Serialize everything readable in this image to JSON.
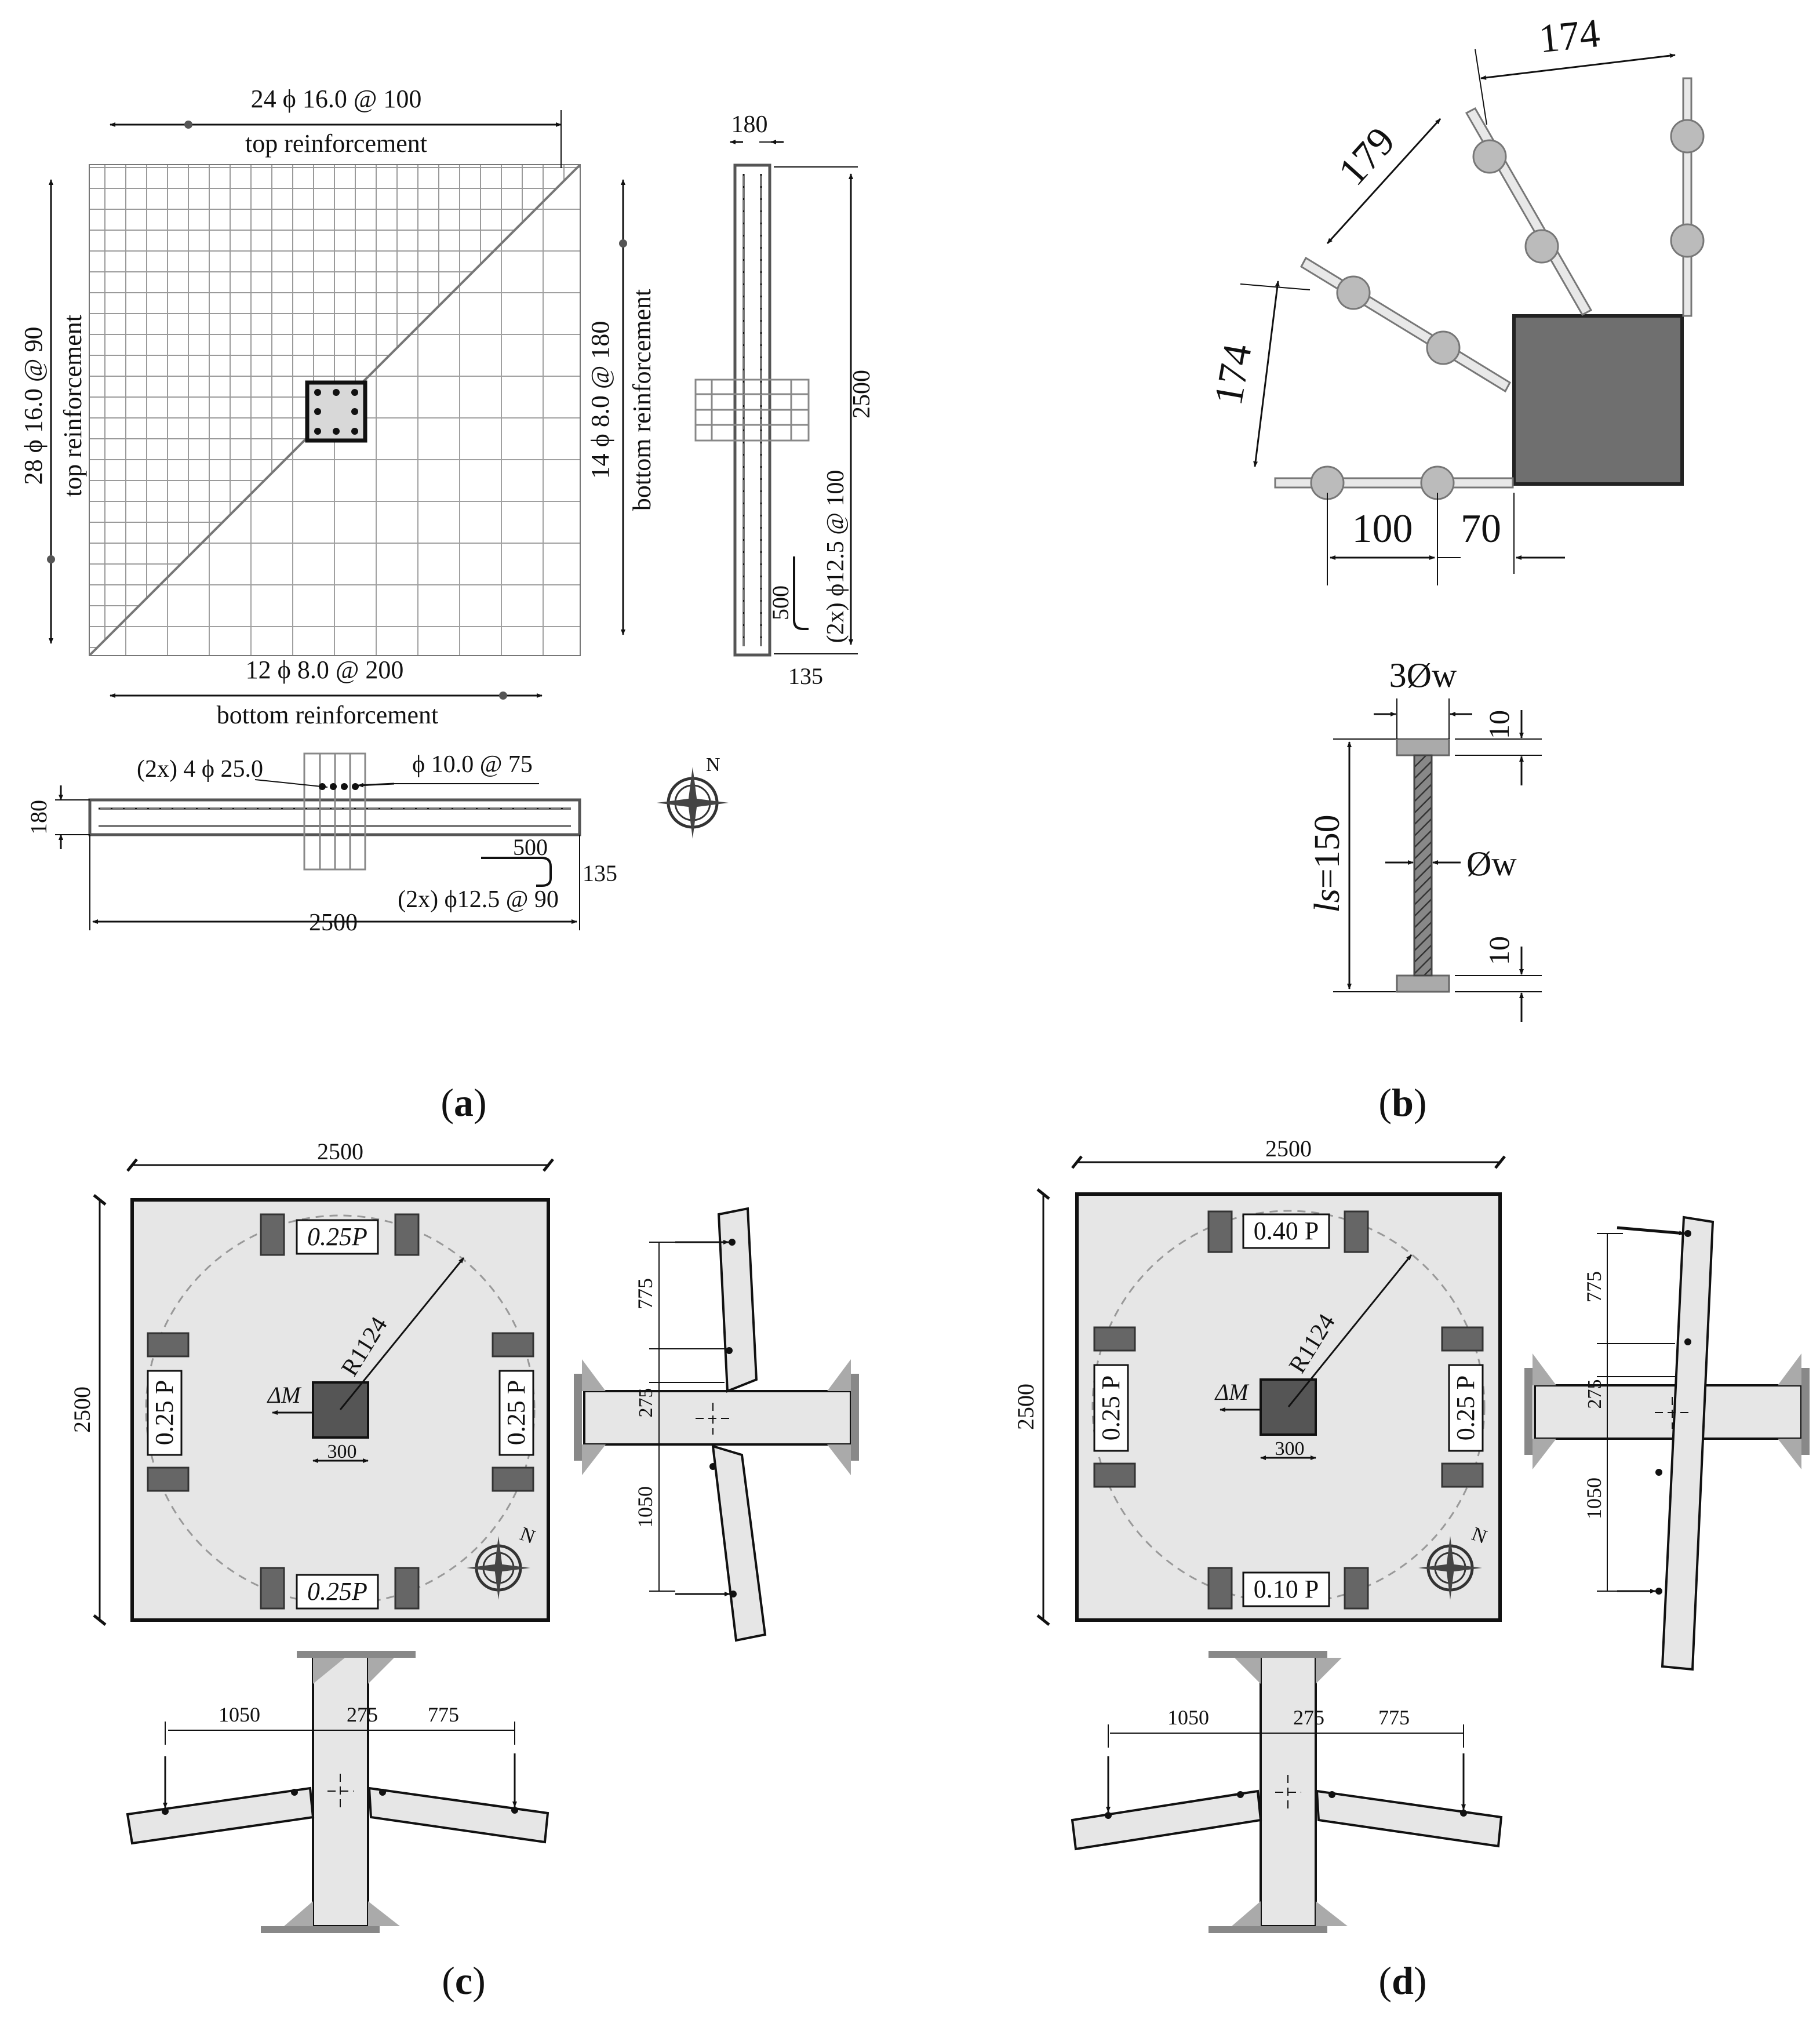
{
  "panels": {
    "a": {
      "label_open": "(",
      "label_letter": "a",
      "label_close": ")",
      "top_bar": "24 ϕ 16.0 @ 100",
      "top_bar_sub": "top reinforcement",
      "left_bar": "28 ϕ 16.0 @ 90",
      "left_bar_sub": "top reinforcement",
      "right_bar": "14 ϕ 8.0 @ 180",
      "right_bar_sub": "bottom reinforcement",
      "bottom_bar": "12 ϕ 8.0 @ 200",
      "bottom_bar_sub": "bottom reinforcement",
      "sec_thickness": "180",
      "sec_length": "2500",
      "sec_stirrup": "(2x) ϕ12.5 @ 100",
      "sec_hook_len": "500",
      "sec_hook_w": "135",
      "bot_long": "(2x) 4 ϕ 25.0",
      "bot_ties": "ϕ 10.0 @ 75",
      "bot_thick": "180",
      "bot_hook_len": "500",
      "bot_hook_w": "135",
      "bot_stirrup": "(2x) ϕ12.5 @ 90",
      "bot_length": "2500",
      "north": "N"
    },
    "b": {
      "label_open": "(",
      "label_letter": "b",
      "label_close": ")",
      "d_top": "174",
      "d_diag": "179",
      "d_left": "174",
      "d_100": "100",
      "d_70": "70",
      "head_w": "3Øw",
      "shank": "Øw",
      "head_top": "10",
      "head_bot": "10",
      "ls_prefix": "ls",
      "ls_value": "=150"
    },
    "c": {
      "label_open": "(",
      "label_letter": "c",
      "label_close": ")",
      "width": "2500",
      "height": "2500",
      "load_top": "0.25P",
      "load_bottom": "0.25P",
      "load_left": "0.25 P",
      "load_right": "0.25 P",
      "radius": "R1124",
      "moment": "ΔM",
      "column": "300",
      "north": "N",
      "side_775": "775",
      "side_275": "275",
      "side_1050": "1050",
      "bot_1050": "1050",
      "bot_275": "275",
      "bot_775": "775"
    },
    "d": {
      "label_open": "(",
      "label_letter": "d",
      "label_close": ")",
      "width": "2500",
      "height": "2500",
      "load_top": "0.40 P",
      "load_bottom": "0.10 P",
      "load_left": "0.25 P",
      "load_right": "0.25 P",
      "radius": "R1124",
      "moment": "ΔM",
      "column": "300",
      "north": "N",
      "side_775": "775",
      "side_275": "275",
      "side_1050": "1050",
      "bot_1050": "1050",
      "bot_275": "275",
      "bot_775": "775"
    }
  }
}
